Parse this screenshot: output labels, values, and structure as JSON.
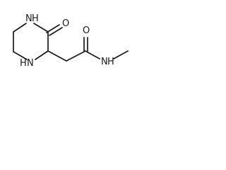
{
  "molecule": {
    "atoms": {
      "ring_nh_top": "N",
      "ring_nh_top_h": "H",
      "ring_carbonyl_o": "O",
      "ring_nh_bottom": "N",
      "ring_nh_bottom_h": "H",
      "amide_o": "O",
      "amide_nh": "N",
      "amide_nh_h": "H"
    }
  }
}
